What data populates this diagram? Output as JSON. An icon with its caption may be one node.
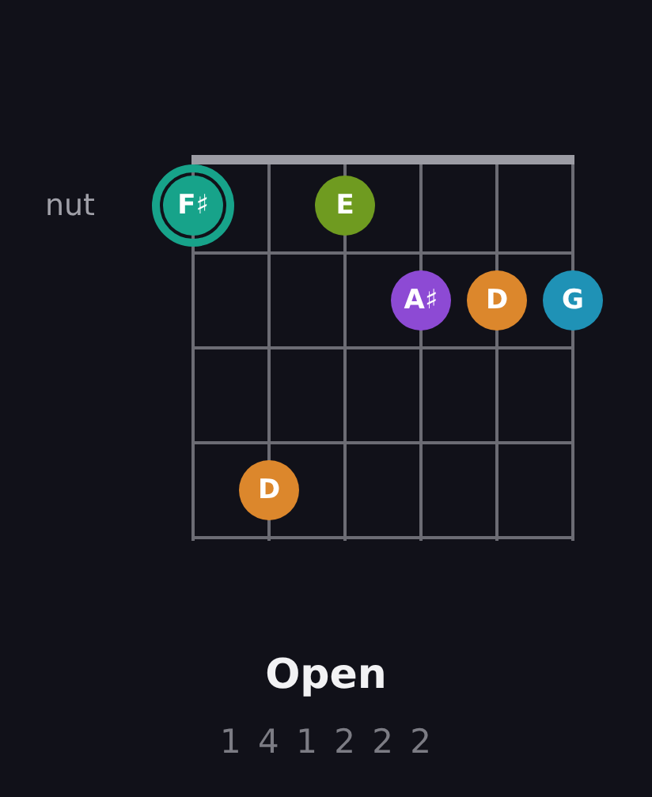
{
  "diagram": {
    "title": "Open",
    "nodes": [
      {
        "text": [
          "F♯"
        ]
      },
      {
        "text": [
          "E"
        ]
      },
      {
        "text": [
          "A♯"
        ]
      },
      {
        "text": [
          "D"
        ]
      },
      {
        "text": [
          "G"
        ]
      },
      {
        "text": [
          "D"
        ]
      }
    ],
    "labels": [
      "nut",
      "1 4 1 2 2 2"
    ]
  }
}
